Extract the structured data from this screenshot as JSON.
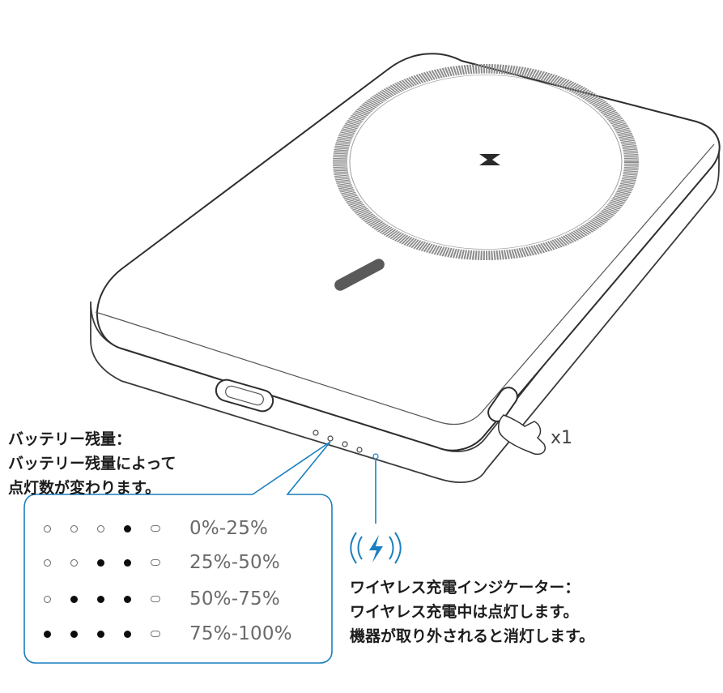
{
  "battery_label": {
    "title": "バッテリー残量：",
    "line1": "バッテリー残量によって",
    "line2": "点灯数が変わります。"
  },
  "legend": {
    "rows": [
      {
        "pattern": [
          "off",
          "off",
          "off",
          "on",
          "indicator"
        ],
        "range": "0%-25%"
      },
      {
        "pattern": [
          "off",
          "off",
          "on",
          "on",
          "indicator"
        ],
        "range": "25%-50%"
      },
      {
        "pattern": [
          "off",
          "on",
          "on",
          "on",
          "indicator"
        ],
        "range": "50%-75%"
      },
      {
        "pattern": [
          "on",
          "on",
          "on",
          "on",
          "indicator"
        ],
        "range": "75%-100%"
      }
    ]
  },
  "button_press": "x1",
  "wireless_label": {
    "title": "ワイヤレス充電インジケーター：",
    "line1": "ワイヤレス充電中は点灯します。",
    "line2": "機器が取り外されると消灯します。"
  },
  "colors": {
    "callout_blue": "#1a7fc1",
    "outline": "#3a3a3a",
    "ring": "#8a8a8a",
    "led_bar": "#5a5a5a"
  },
  "icons": {
    "wireless_charge": "lightning-bolt-with-waves-icon",
    "hand": "pointing-hand-icon"
  }
}
